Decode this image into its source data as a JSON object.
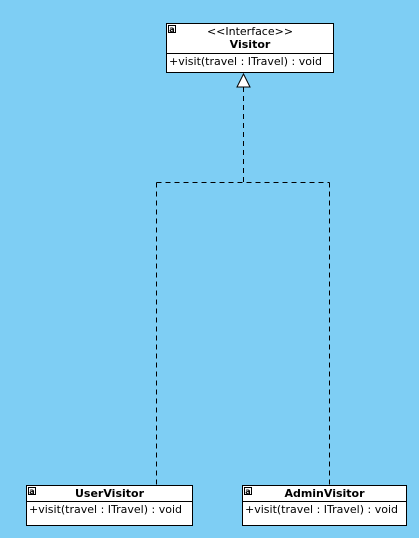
{
  "diagram": {
    "background": "#7ecef4",
    "classes": {
      "visitor": {
        "stereotype": "<<Interface>>",
        "name": "Visitor",
        "operation": "+visit(travel : ITravel) : void",
        "icon": "a-icon"
      },
      "user_visitor": {
        "name": "UserVisitor",
        "operation": "+visit(travel : ITravel) : void",
        "icon": "a-icon"
      },
      "admin_visitor": {
        "name": "AdminVisitor",
        "operation": "+visit(travel : ITravel) : void",
        "icon": "a-icon"
      }
    },
    "relations": [
      {
        "type": "realization",
        "from": "UserVisitor",
        "to": "Visitor",
        "style": "dashed"
      },
      {
        "type": "realization",
        "from": "AdminVisitor",
        "to": "Visitor",
        "style": "dashed"
      }
    ],
    "icon_letter": "a"
  }
}
